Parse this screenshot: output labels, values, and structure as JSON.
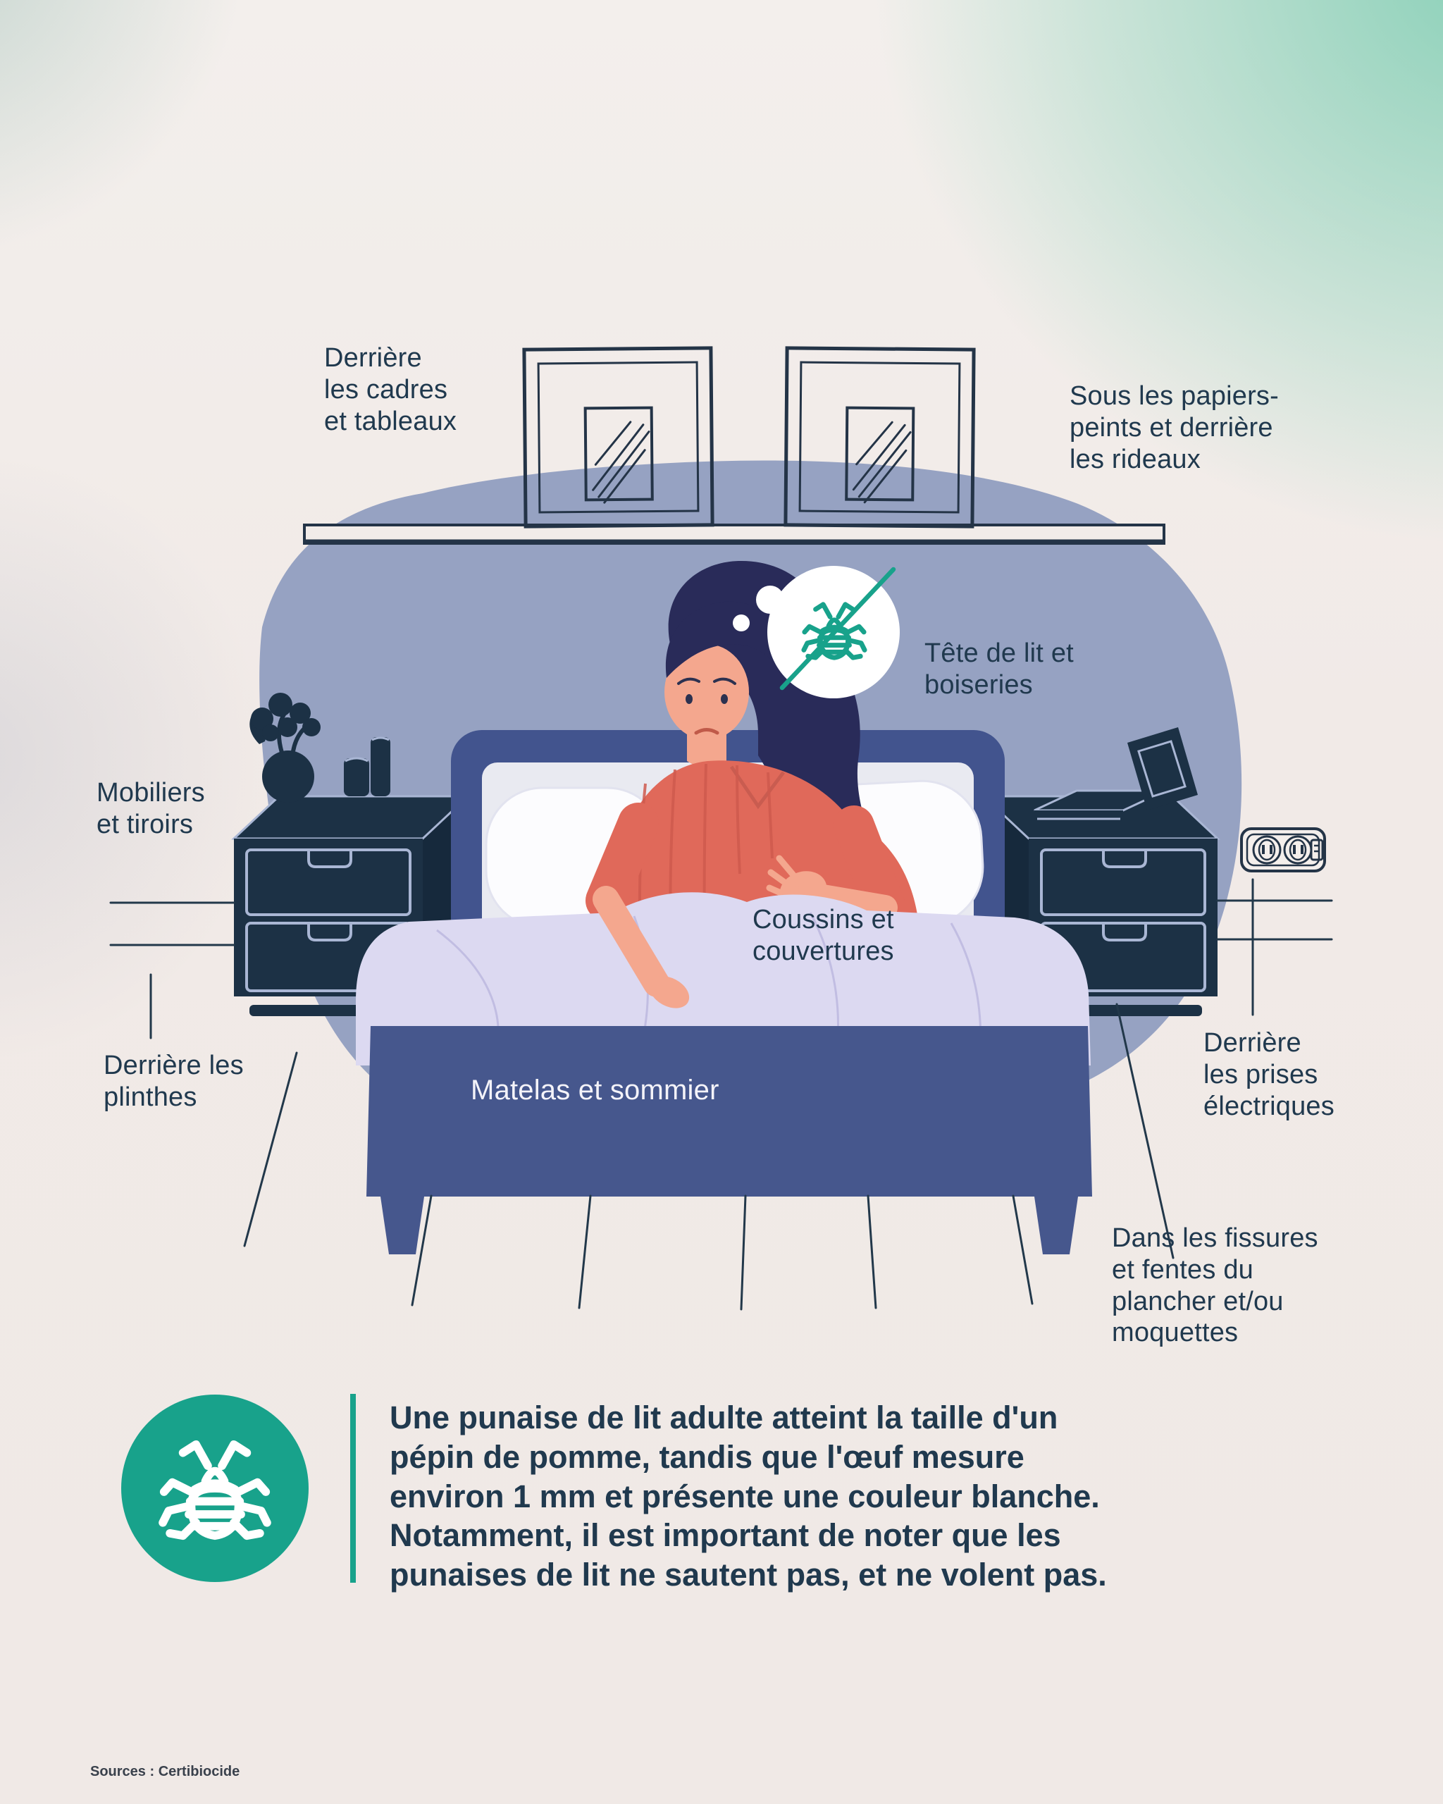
{
  "colors": {
    "accent": "#18A28B",
    "ink": "#20394E",
    "blob": "#96A2C2",
    "bed_blue": "#46578D",
    "headboard_blue": "#42548E",
    "furniture_navy": "#1C3145",
    "blanket_lavender": "#DCD9F1",
    "background_base": "#F0E9E6",
    "background_mint": "#9ED9C3"
  },
  "scene": {
    "labels": {
      "frames": "Derrière\nles cadres\net tableaux",
      "wallpaper": "Sous les papiers-\npeints et derrière\nles rideaux",
      "headboard": "Tête de lit et\nboiseries",
      "furniture": "Mobiliers\net tiroirs",
      "cushions": "Coussins et\ncouvertures",
      "baseboards": "Derrière les\nplinthes",
      "mattress": "Matelas et sommier",
      "outlets": "Derrière\nles prises\nélectriques",
      "floor": "Dans les fissures\net fentes du\nplancher et/ou\nmoquettes"
    },
    "icons": {
      "bed_bug": "bed-bug-icon",
      "no_bed_bug": "crossed-bed-bug-icon"
    }
  },
  "infobox": {
    "text": "Une punaise de lit adulte atteint la taille d'un\npépin de pomme, tandis que l'œuf mesure\nenviron 1 mm et présente une couleur blanche.\nNotamment, il est important de noter que les\npunaises de lit ne sautent pas, et ne volent pas."
  },
  "footer": {
    "source": "Sources : Certibiocide"
  }
}
